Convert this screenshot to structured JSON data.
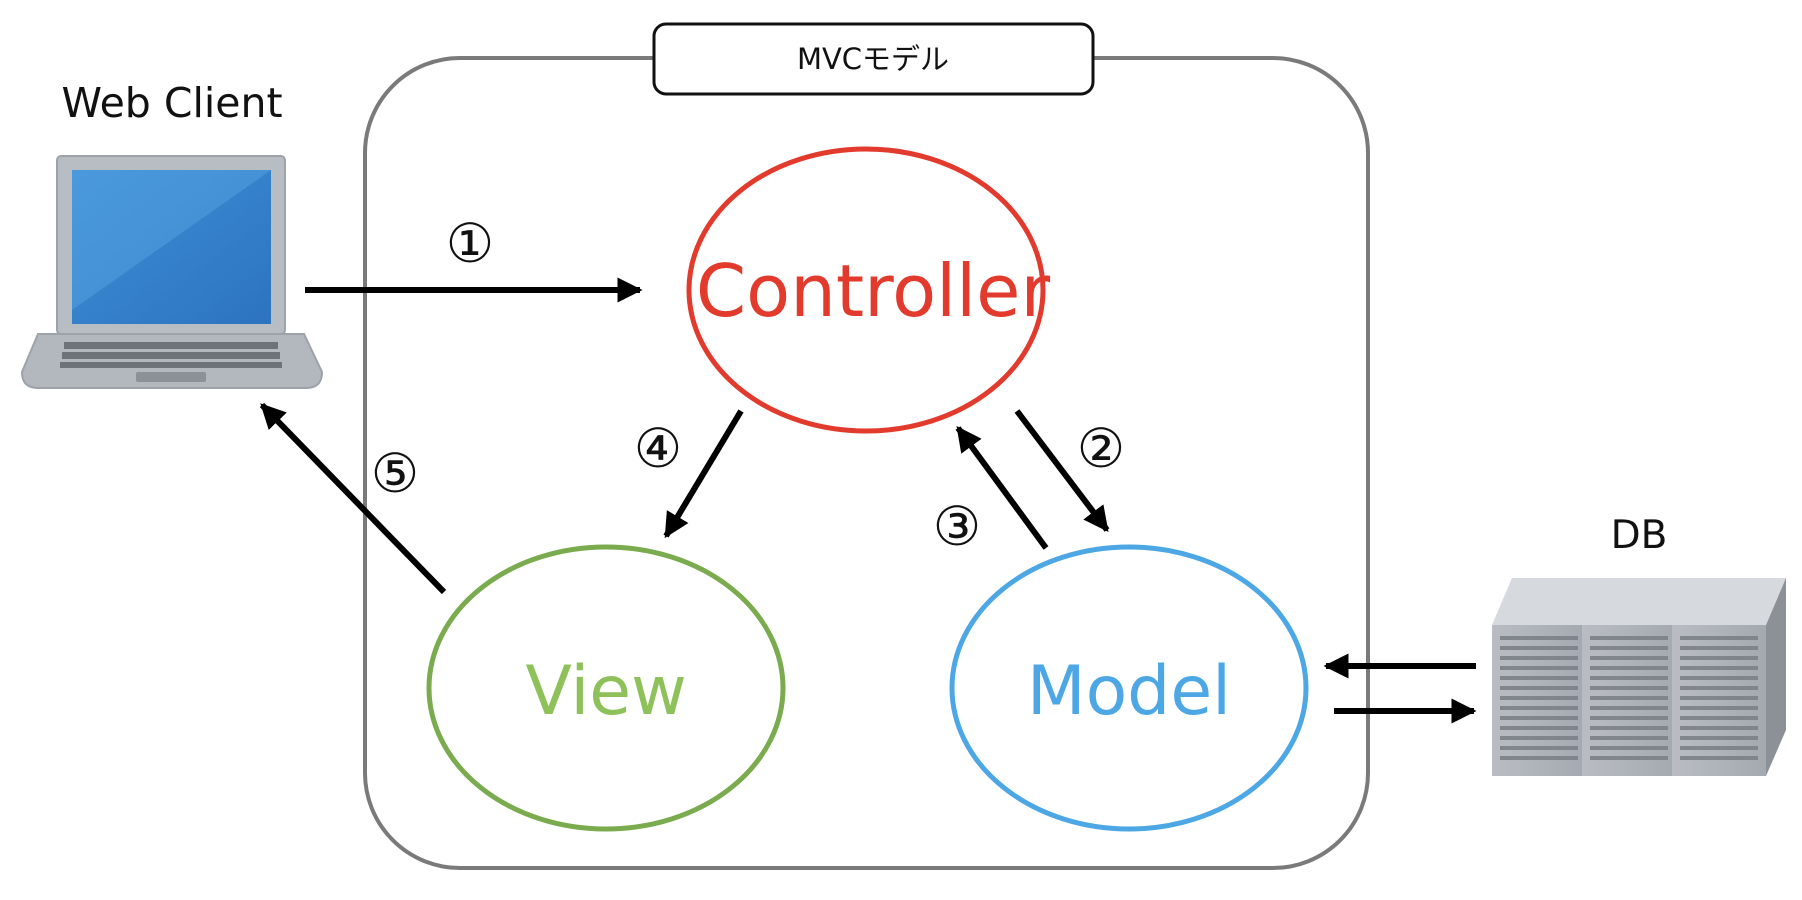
{
  "frame": {
    "title": "MVCモデル"
  },
  "nodes": {
    "controller": {
      "label": "Controller",
      "color": "#e23a2c"
    },
    "view": {
      "label": "View",
      "color": "#8ec15a",
      "stroke": "#7aab4f"
    },
    "model": {
      "label": "Model",
      "color": "#4ea7e5"
    }
  },
  "actors": {
    "client": {
      "label": "Web Client",
      "icon": "laptop-icon"
    },
    "database": {
      "label": "DB",
      "icon": "server-rack-icon"
    }
  },
  "steps": [
    {
      "label": "①",
      "from": "client",
      "to": "controller"
    },
    {
      "label": "②",
      "from": "controller",
      "to": "model"
    },
    {
      "label": "③",
      "from": "model",
      "to": "controller"
    },
    {
      "label": "④",
      "from": "controller",
      "to": "view"
    },
    {
      "label": "⑤",
      "from": "view",
      "to": "client"
    }
  ]
}
